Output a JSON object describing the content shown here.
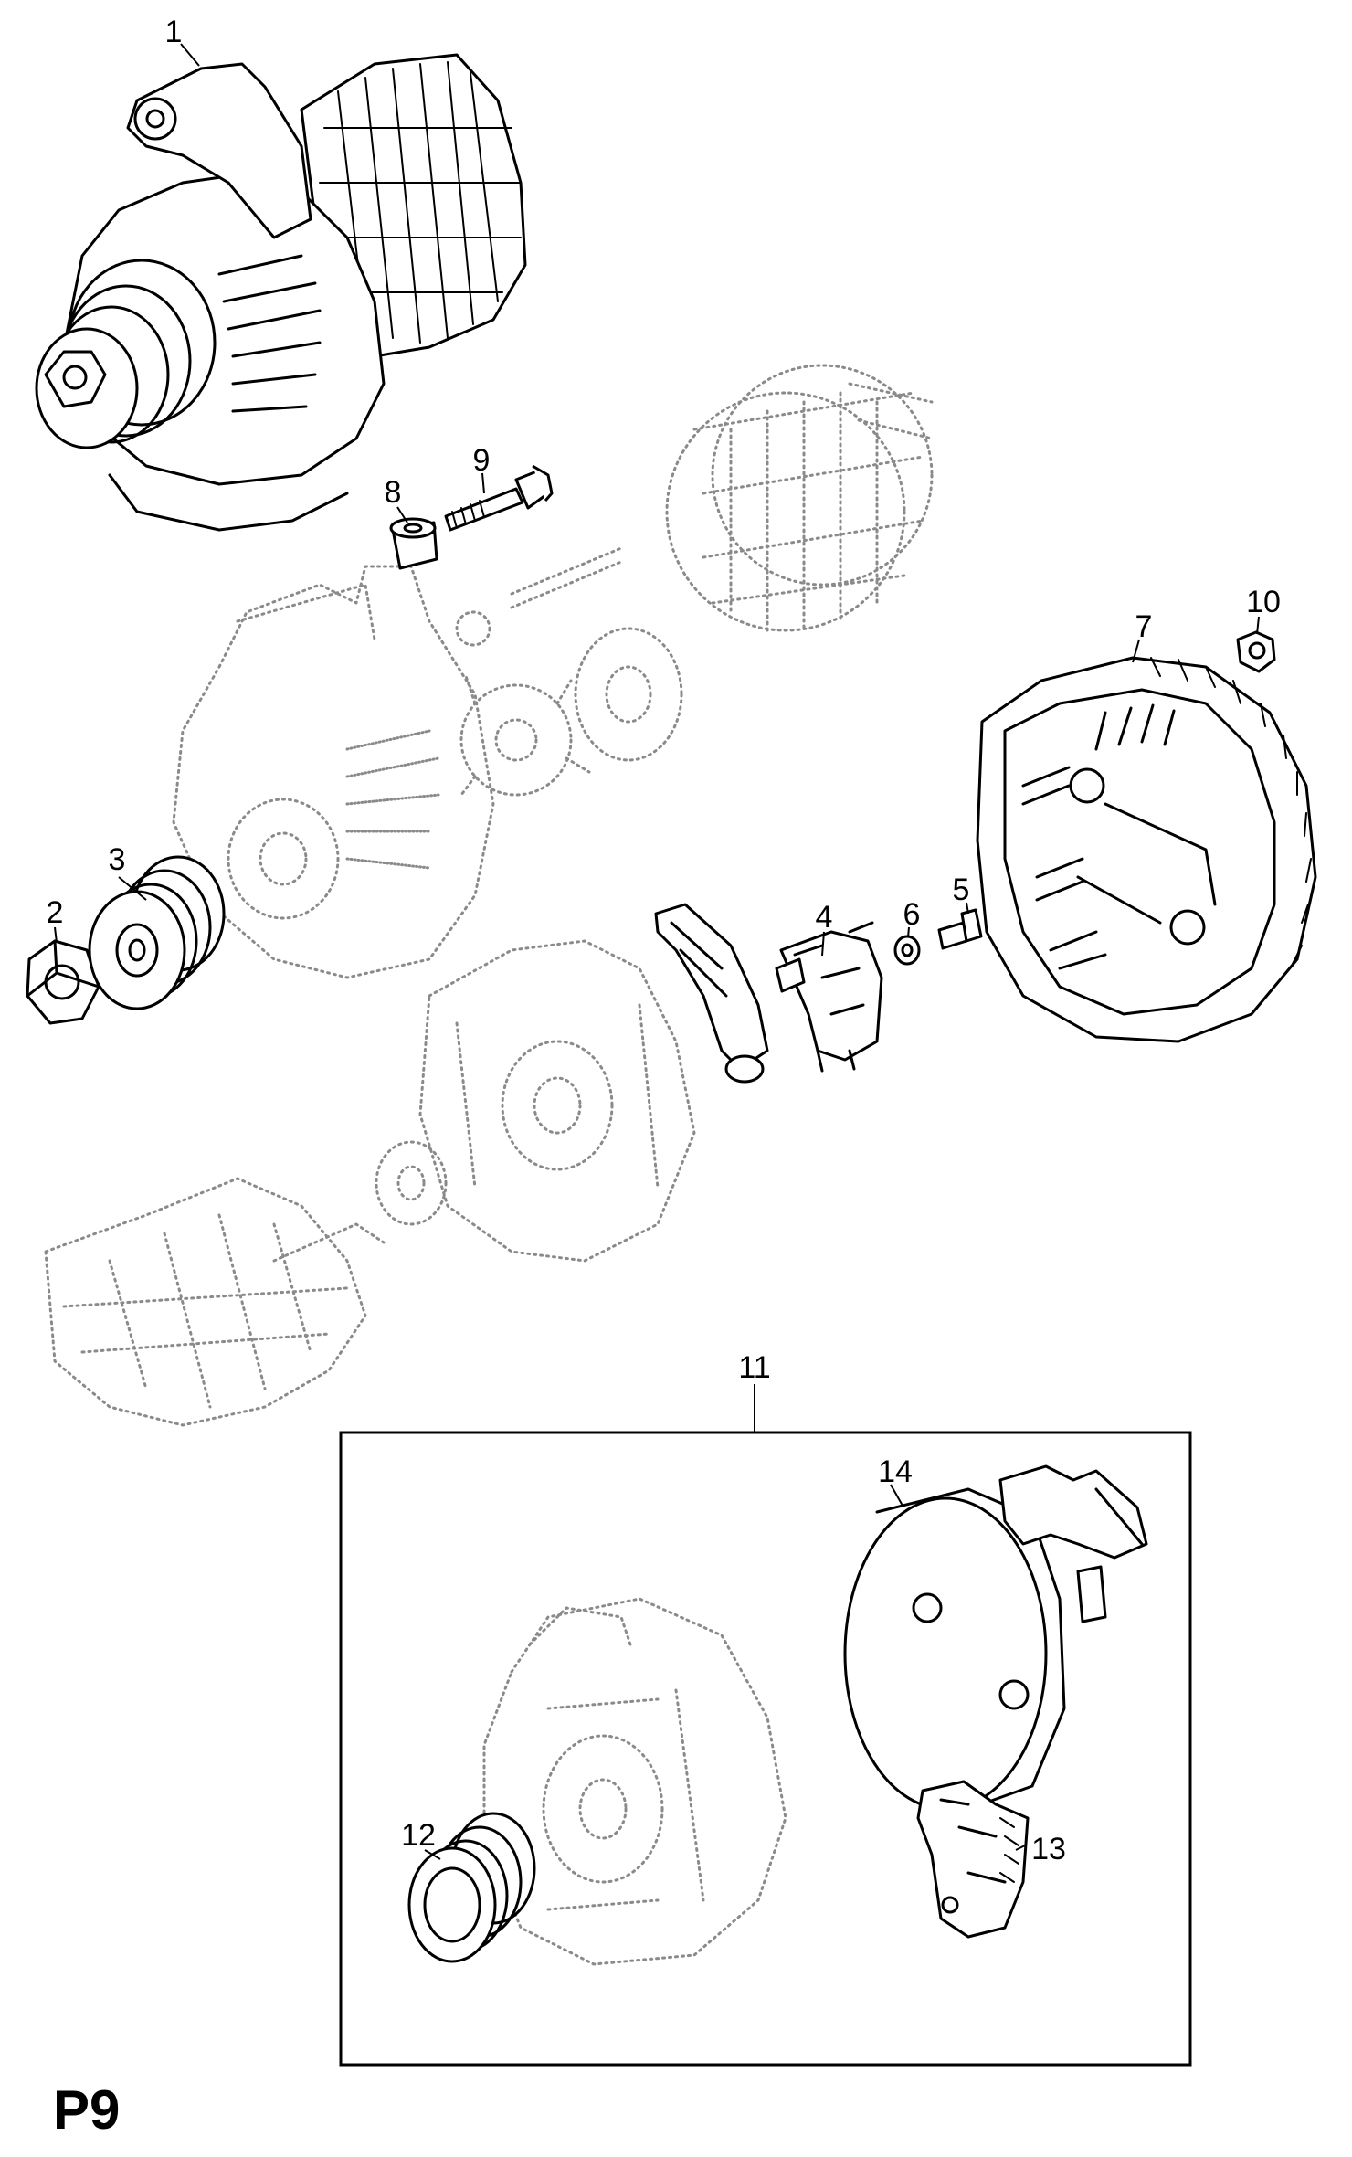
{
  "page_id": "P9",
  "callouts": [
    "1",
    "2",
    "3",
    "4",
    "5",
    "6",
    "7",
    "8",
    "9",
    "10",
    "11",
    "12",
    "13",
    "14"
  ],
  "parts": [
    {
      "ref": "1",
      "icon": "alternator-icon"
    },
    {
      "ref": "2",
      "icon": "hex-nut-icon"
    },
    {
      "ref": "3",
      "icon": "pulley-icon"
    },
    {
      "ref": "4",
      "icon": "regulator-icon"
    },
    {
      "ref": "5",
      "icon": "bolt-icon"
    },
    {
      "ref": "6",
      "icon": "washer-icon"
    },
    {
      "ref": "7",
      "icon": "end-housing-icon"
    },
    {
      "ref": "8",
      "icon": "bushing-icon"
    },
    {
      "ref": "9",
      "icon": "bolt-icon"
    },
    {
      "ref": "10",
      "icon": "flange-nut-icon"
    },
    {
      "ref": "11",
      "icon": "kit-frame-icon"
    },
    {
      "ref": "12",
      "icon": "pulley-icon"
    },
    {
      "ref": "13",
      "icon": "regulator-icon"
    },
    {
      "ref": "14",
      "icon": "protective-cap-icon"
    }
  ]
}
